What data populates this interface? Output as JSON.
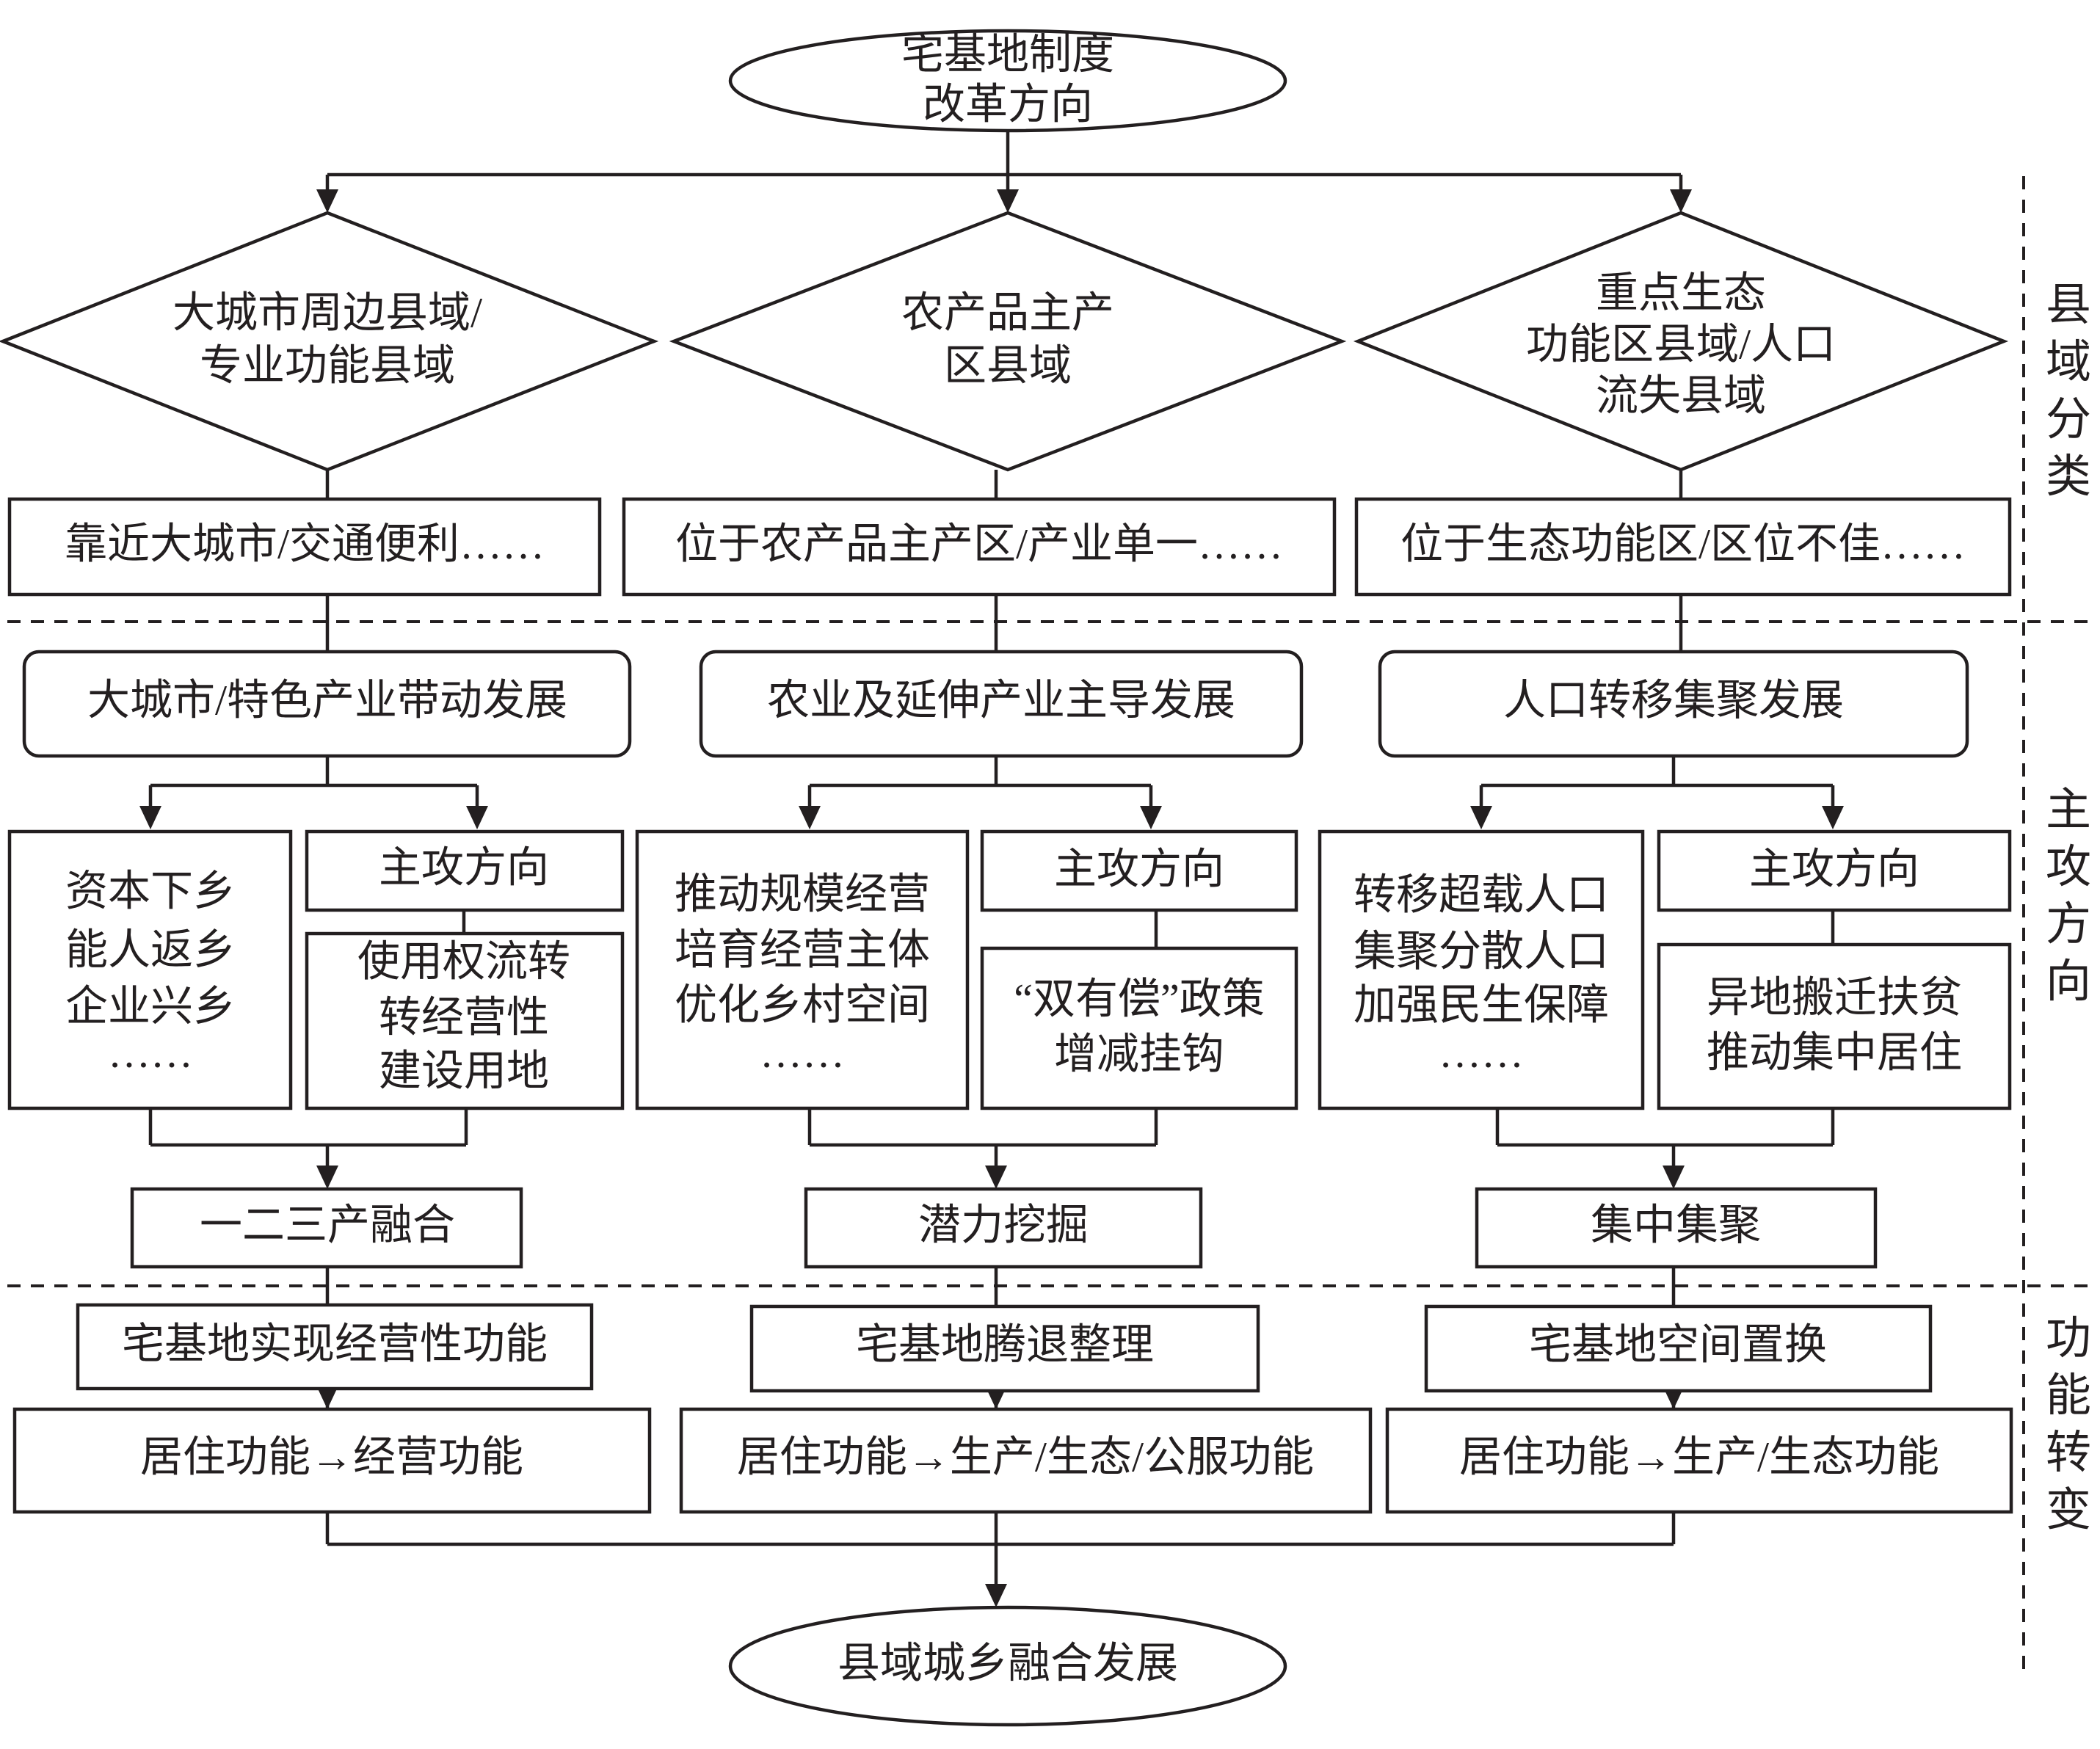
{
  "start": {
    "lines": [
      "宅基地制度",
      "改革方向"
    ]
  },
  "end": {
    "label": "县域城乡融合发展"
  },
  "side_labels": {
    "county": [
      "县",
      "域",
      "分",
      "类"
    ],
    "direction": [
      "主",
      "攻",
      "方",
      "向"
    ],
    "function": [
      "功",
      "能",
      "转",
      "变"
    ]
  },
  "columns": [
    {
      "diamond": [
        "大城市周边县域/",
        "专业功能县域"
      ],
      "feature": "靠近大城市/交通便利……",
      "development": "大城市/特色产业带动发展",
      "measures": [
        "资本下乡",
        "能人返乡",
        "企业兴乡",
        "……"
      ],
      "focus_title": "主攻方向",
      "focus": [
        "使用权流转",
        "转经营性",
        "建设用地"
      ],
      "outcome": "一二三产融合",
      "homestead": "宅基地实现经营性功能",
      "transform": "居住功能→经营功能"
    },
    {
      "diamond": [
        "农产品主产",
        "区县域"
      ],
      "feature": "位于农产品主产区/产业单一……",
      "development": "农业及延伸产业主导发展",
      "measures": [
        "推动规模经营",
        "培育经营主体",
        "优化乡村空间",
        "……"
      ],
      "focus_title": "主攻方向",
      "focus": [
        "“双有偿”政策",
        "增减挂钩"
      ],
      "outcome": "潜力挖掘",
      "homestead": "宅基地腾退整理",
      "transform": "居住功能→生产/生态/公服功能"
    },
    {
      "diamond": [
        "重点生态",
        "功能区县域/人口",
        "流失县域"
      ],
      "feature": "位于生态功能区/区位不佳……",
      "development": "人口转移集聚发展",
      "measures": [
        "转移超载人口",
        "集聚分散人口",
        "加强民生保障",
        "……"
      ],
      "focus_title": "主攻方向",
      "focus": [
        "异地搬迁扶贫",
        "推动集中居住"
      ],
      "outcome": "集中集聚",
      "homestead": "宅基地空间置换",
      "transform": "居住功能→生产/生态功能"
    }
  ]
}
